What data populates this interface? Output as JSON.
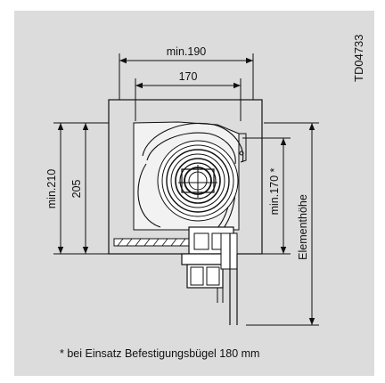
{
  "drawing_id": "TD04733",
  "dimensions": {
    "outer_width": "min.190",
    "inner_width": "170",
    "outer_height": "min.210",
    "inner_height": "205",
    "side_height": "min.170 *",
    "element_height": "Elementhöhe"
  },
  "footnote": "* bei Einsatz Befestigungsbügel 180 mm"
}
